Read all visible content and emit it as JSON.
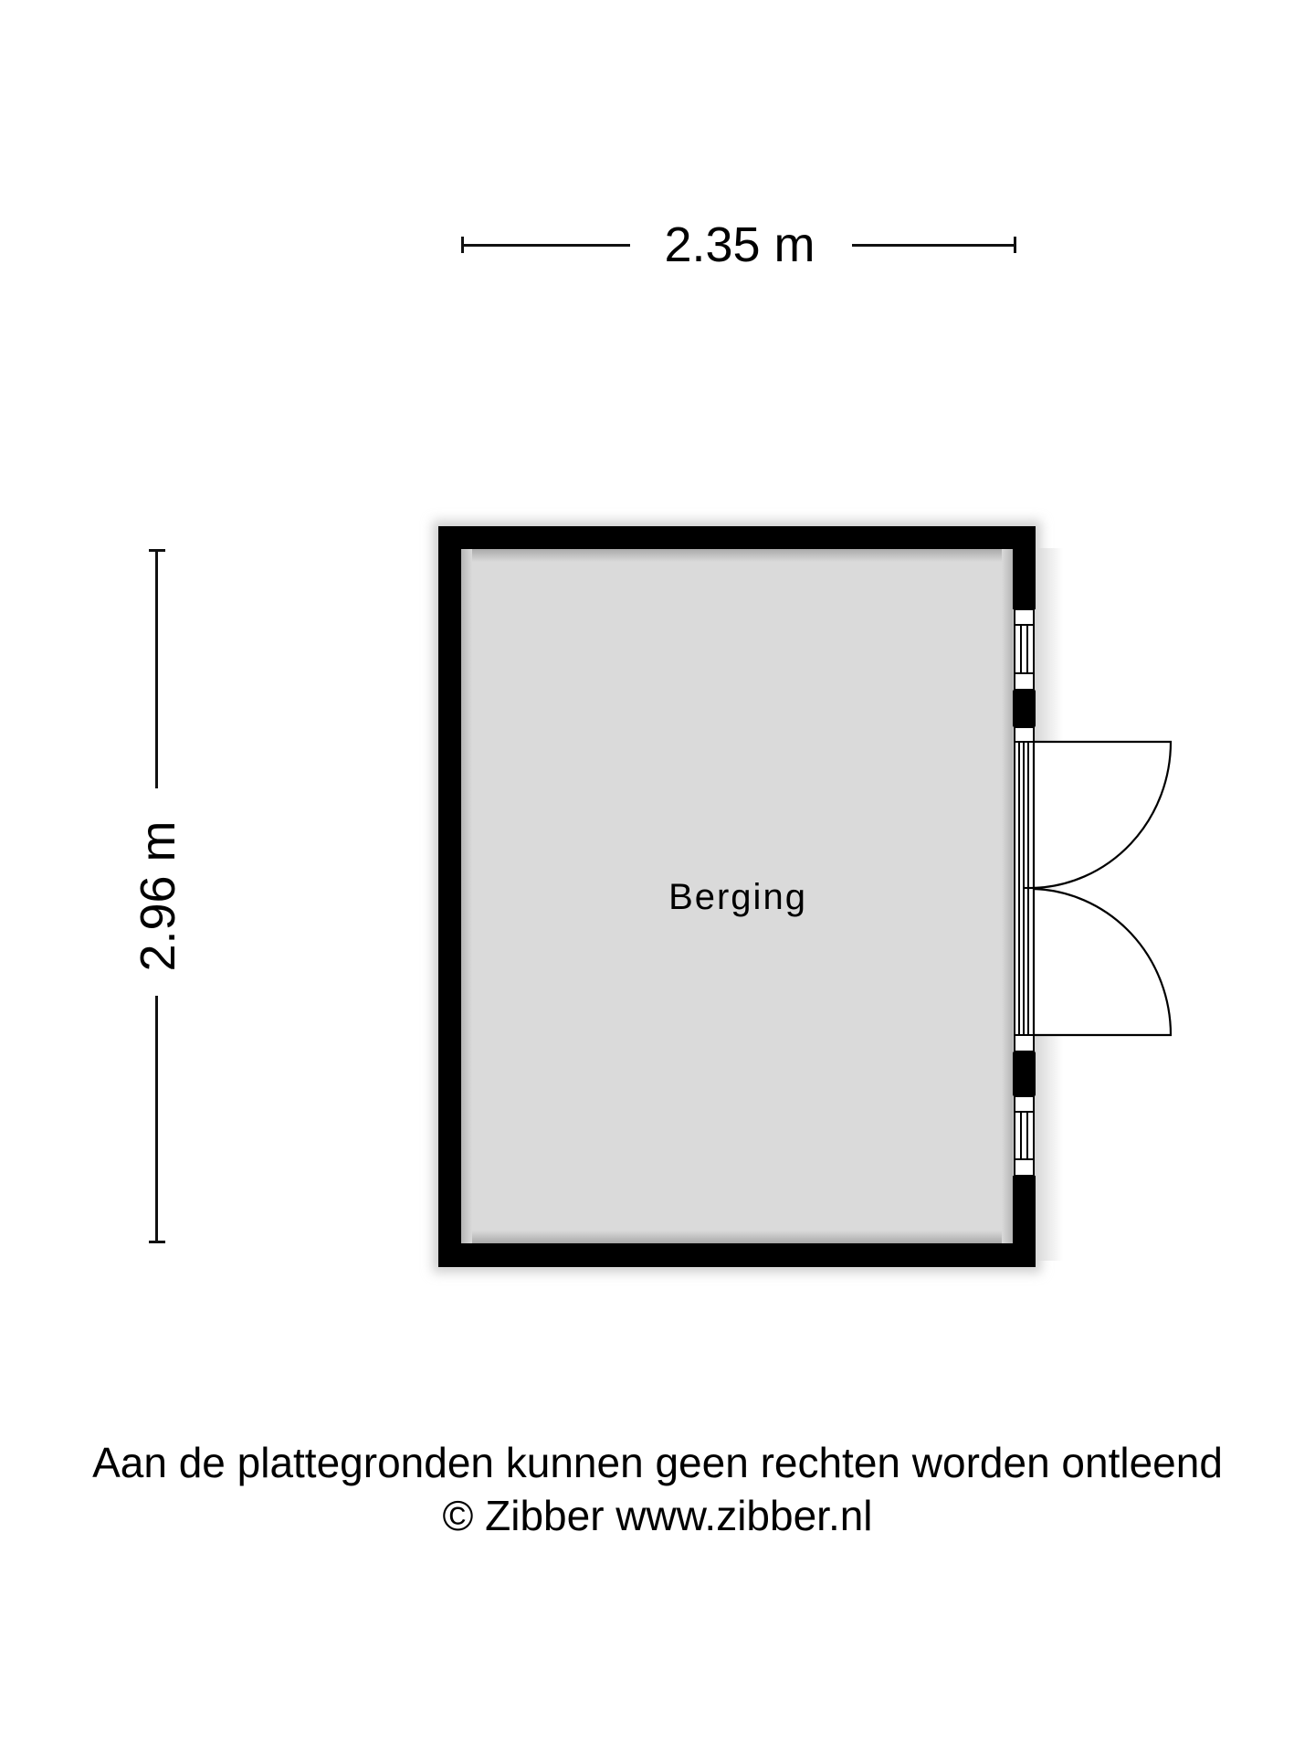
{
  "dimensions": {
    "width_label": "2.35 m",
    "height_label": "2.96 m"
  },
  "rooms": [
    {
      "name": "Berging"
    }
  ],
  "floor_color": "#dadada",
  "wall_color": "#000000",
  "footer": {
    "disclaimer": "Aan de plattegronden kunnen geen rechten worden ontleend",
    "copyright": "© Zibber www.zibber.nl"
  }
}
